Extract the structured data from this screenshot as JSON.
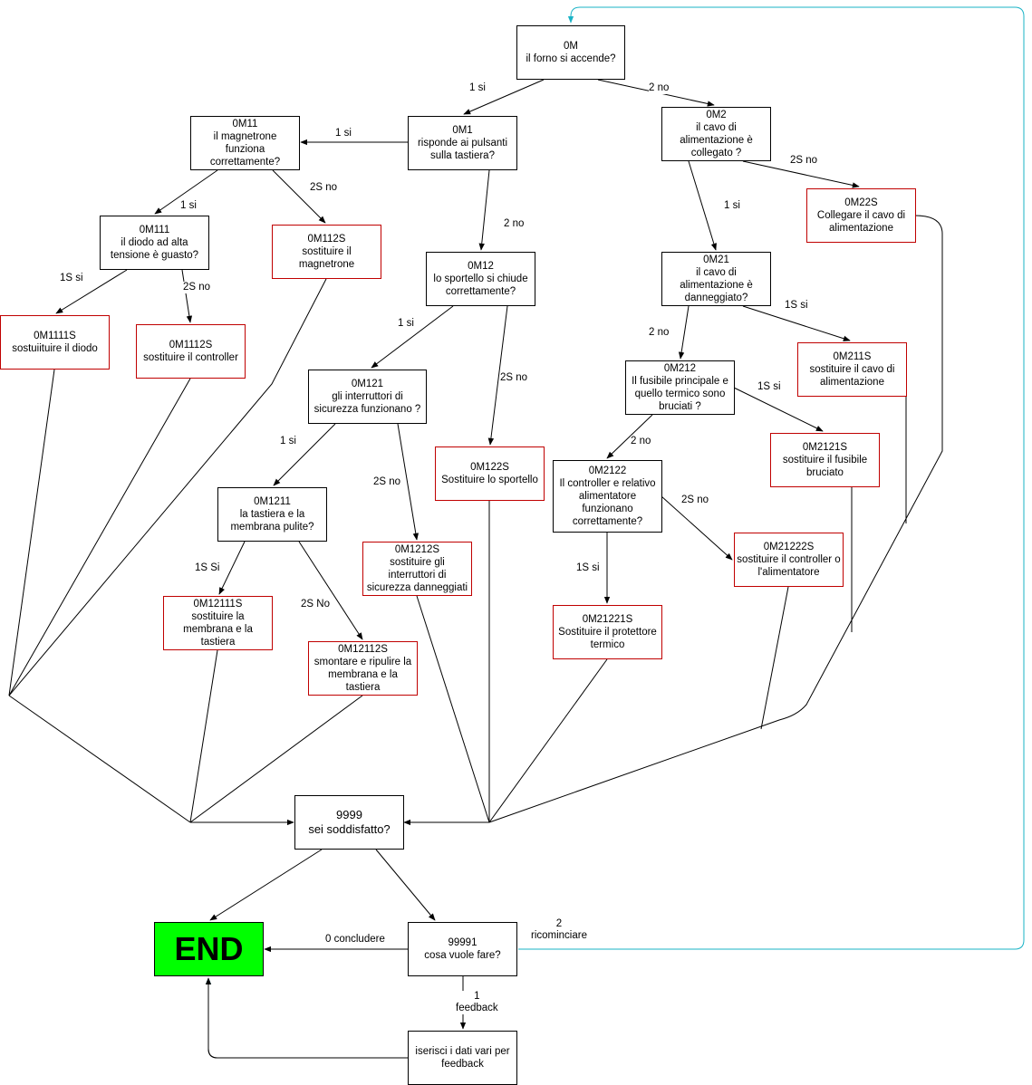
{
  "nodes": {
    "n0M": {
      "code": "0M",
      "text": "il forno si accende?"
    },
    "n0M1": {
      "code": "0M1",
      "text": "risponde ai pulsanti sulla tastiera?"
    },
    "n0M2": {
      "code": "0M2",
      "text": "il cavo di alimentazione  è collegato ?"
    },
    "n0M11": {
      "code": "0M11",
      "text": "il magnetrone funziona correttamente?"
    },
    "n0M111": {
      "code": "0M111",
      "text": "il diodo ad alta tensione è guasto?"
    },
    "n0M1111S": {
      "code": "0M1111S",
      "text": "sostuiituire il diodo"
    },
    "n0M1112S": {
      "code": "0M1112S",
      "text": "sostituire il controller"
    },
    "n0M112S": {
      "code": "0M112S",
      "text": "sostituire il magnetrone"
    },
    "n0M12": {
      "code": "0M12",
      "text": "lo sportello si chiude correttamente?"
    },
    "n0M121": {
      "code": "0M121",
      "text": "gli interruttori di sicurezza funzionano ?"
    },
    "n0M122S": {
      "code": "0M122S",
      "text": "Sostituire lo sportello"
    },
    "n0M1211": {
      "code": "0M1211",
      "text": "la tastiera e la membrana pulite?"
    },
    "n0M1212S": {
      "code": "0M1212S",
      "text": "sostituire gli interruttori di sicurezza danneggiati"
    },
    "n0M12111S": {
      "code": "0M12111S",
      "text": "sostituire la membrana e la tastiera"
    },
    "n0M12112S": {
      "code": "0M12112S",
      "text": "smontare e ripulire la membrana e la tastiera"
    },
    "n0M22S": {
      "code": "0M22S",
      "text": "Collegare il cavo di alimentazione"
    },
    "n0M21": {
      "code": "0M21",
      "text": "il cavo di alimentazione è danneggiato?"
    },
    "n0M211S": {
      "code": "0M211S",
      "text": "sostituire il cavo di alimentazione"
    },
    "n0M212": {
      "code": "0M212",
      "text": "Il fusibile principale e quello termico sono bruciati ?"
    },
    "n0M2121S": {
      "code": "0M2121S",
      "text": "sostituire il fusibile bruciato"
    },
    "n0M2122": {
      "code": "0M2122",
      "text": "Il controller e relativo alimentatore funzionano correttamente?"
    },
    "n0M21221S": {
      "code": "0M21221S",
      "text": "Sostituire il protettore termico"
    },
    "n0M21222S": {
      "code": "0M21222S",
      "text": "sostituire il controller o l'alimentatore"
    },
    "n9999": {
      "code": "9999",
      "text": "sei soddisfatto?"
    },
    "n99991": {
      "code": "99991",
      "text": "cosa vuole fare?"
    },
    "nFeedback": {
      "code": "",
      "text": "iserisci i dati vari per feedback"
    },
    "nEnd": {
      "code": "",
      "text": "END"
    }
  },
  "edges": {
    "e0M_0M1": "1 si",
    "e0M_0M2": "2 no",
    "e0M1_0M11": "1 si",
    "e0M1_0M12": "2 no",
    "e0M11_0M111": "1 si",
    "e0M11_0M112S": "2S no",
    "e0M111_0M1111S": "1S si",
    "e0M111_0M1112S": "2S no",
    "e0M12_0M121": "1 si",
    "e0M12_0M122S": "2S no",
    "e0M121_0M1211": "1 si",
    "e0M121_0M1212S": "2S no",
    "e0M1211_0M12111S": "1S Si",
    "e0M1211_0M12112S": "2S No",
    "e0M2_0M22S": "2S no",
    "e0M2_0M21": "1 si",
    "e0M21_0M211S": "1S si",
    "e0M21_0M212": "2 no",
    "e0M212_0M2121S": "1S si",
    "e0M212_0M2122": "2 no",
    "e0M2122_0M21222S": "2S no",
    "e0M2122_0M21221S": "1S si",
    "e99991_end": "0 concludere",
    "e99991_feedback": "1\nfeedback",
    "e99991_restart": "2\nricominciare"
  },
  "colors": {
    "question_border": "#000000",
    "solution_border": "#c00000",
    "end_fill": "#00ff00",
    "restart_line": "#1ab3c6",
    "line": "#000000"
  }
}
